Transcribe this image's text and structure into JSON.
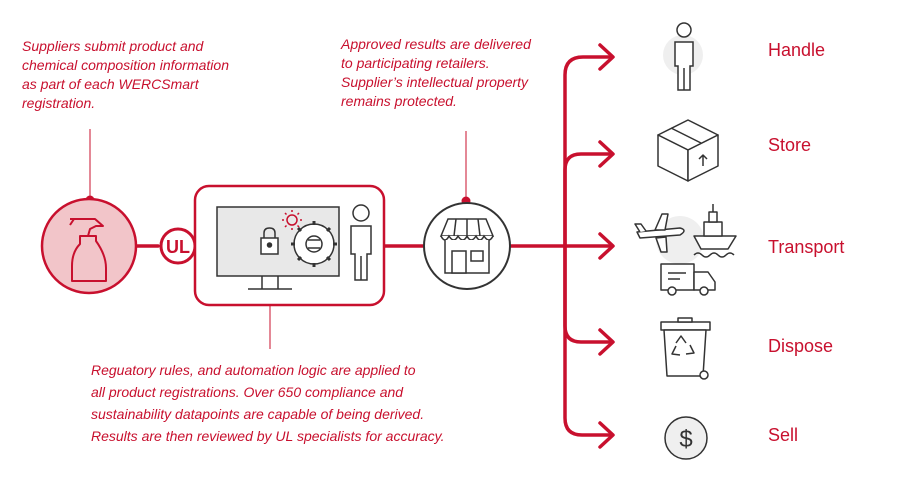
{
  "notes": {
    "suppliers": "Suppliers submit product and\nchemical composition information\nas part of each WERCSmart\nregistration.",
    "approved": "Approved results are delivered\nto participating retailers.\nSupplier’s intellectual property\nremains protected.",
    "rules": "Reguatory rules, and automation logic are applied to\nall product registrations. Over 650 compliance and\nsustainability datapoints are capable of  being derived.\nResults are then reviewed by UL specialists for accuracy."
  },
  "ul_logo_text": "UL",
  "destinations": [
    {
      "label": "Handle",
      "icon": "person-icon"
    },
    {
      "label": "Store",
      "icon": "box-icon"
    },
    {
      "label": "Transport",
      "icon": "plane-ship-truck-icon"
    },
    {
      "label": "Dispose",
      "icon": "recycle-bin-icon"
    },
    {
      "label": "Sell",
      "icon": "dollar-coin-icon"
    }
  ],
  "colors": {
    "accent": "#c8102e",
    "icon_stroke": "#333333",
    "icon_fill_light": "#efefef"
  }
}
